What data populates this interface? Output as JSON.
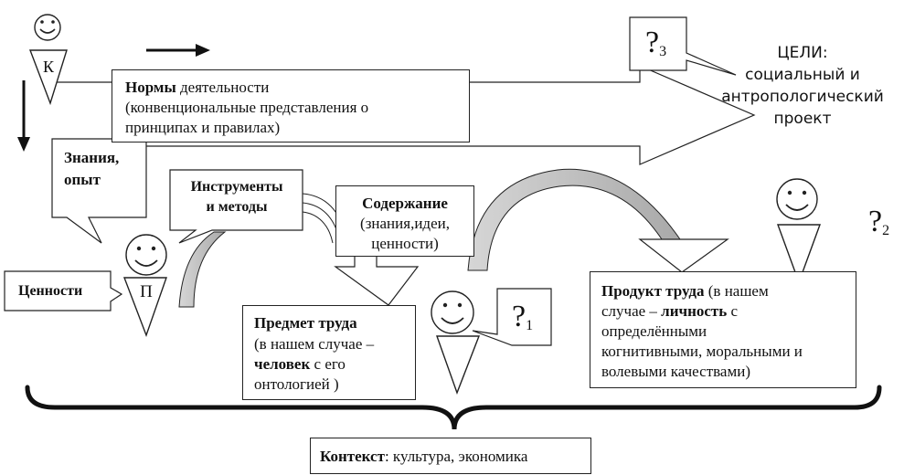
{
  "figures": {
    "k_letter": "К",
    "p_letter": "П"
  },
  "norms": {
    "title": "Нормы",
    "rest": " деятельности",
    "line2": "(конвенциональные представления о",
    "line3": "принципах и правилах)"
  },
  "goals": {
    "line1": "ЦЕЛИ:",
    "line2": "социальный  и",
    "line3": "антропологический",
    "line4": "проект"
  },
  "knowledge": {
    "line1": "Знания,",
    "line2": "опыт"
  },
  "values_label": "Ценности",
  "tools": {
    "line1": "Инструменты",
    "line2": "и методы"
  },
  "content": {
    "title": "Содержание",
    "line2": "(знания,идеи,",
    "line3": "ценности)"
  },
  "subject": {
    "title": "Предмет труда",
    "line2": "(в нашем случае –",
    "line3_bold": "человек",
    "line3_rest": " с его",
    "line4": "онтологией )"
  },
  "product": {
    "title": "Продукт труда",
    "title_rest": " (в нашем",
    "line2_pre": "случае – ",
    "line2_bold": "личность",
    "line2_post": " с",
    "line3": "определёнными",
    "line4": "когнитивными, моральными и",
    "line5": "волевыми качествами)"
  },
  "questions": {
    "q1_mark": "?",
    "q1_sub": "1",
    "q2_mark": "?",
    "q2_sub": "2",
    "q3_mark": "?",
    "q3_sub": "3"
  },
  "context": {
    "label": "Контекст",
    "rest": ": культура, экономика"
  }
}
